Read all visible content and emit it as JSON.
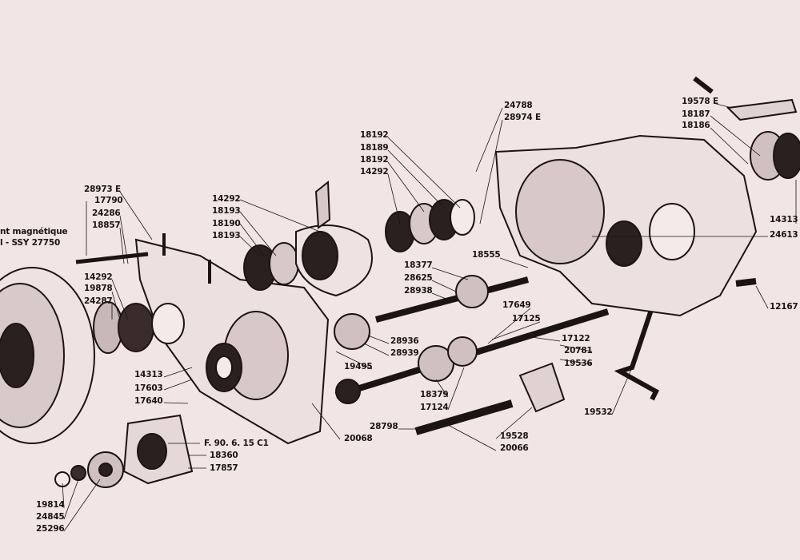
{
  "caption": {
    "line1": "nt magnétique",
    "line2": "l - SSY 27750"
  },
  "labels": [
    "28973 E",
    "17790",
    "24286",
    "18857",
    "14292",
    "19878",
    "24287",
    "14313",
    "17603",
    "17640",
    "19814",
    "24845",
    "25296",
    "F. 90. 6. 15 C1",
    "18360",
    "17857",
    "20068",
    "14292",
    "18193",
    "18190",
    "18193",
    "18192",
    "18189",
    "18192",
    "14292",
    "24788",
    "28974 E",
    "18555",
    "18377",
    "28625",
    "28938",
    "17649",
    "17125",
    "17122",
    "20781",
    "19536",
    "28936",
    "28939",
    "19495",
    "18379",
    "17124",
    "28798",
    "19528",
    "20066",
    "19532",
    "19578 E",
    "18187",
    "18186",
    "14313",
    "24613",
    "12167"
  ]
}
